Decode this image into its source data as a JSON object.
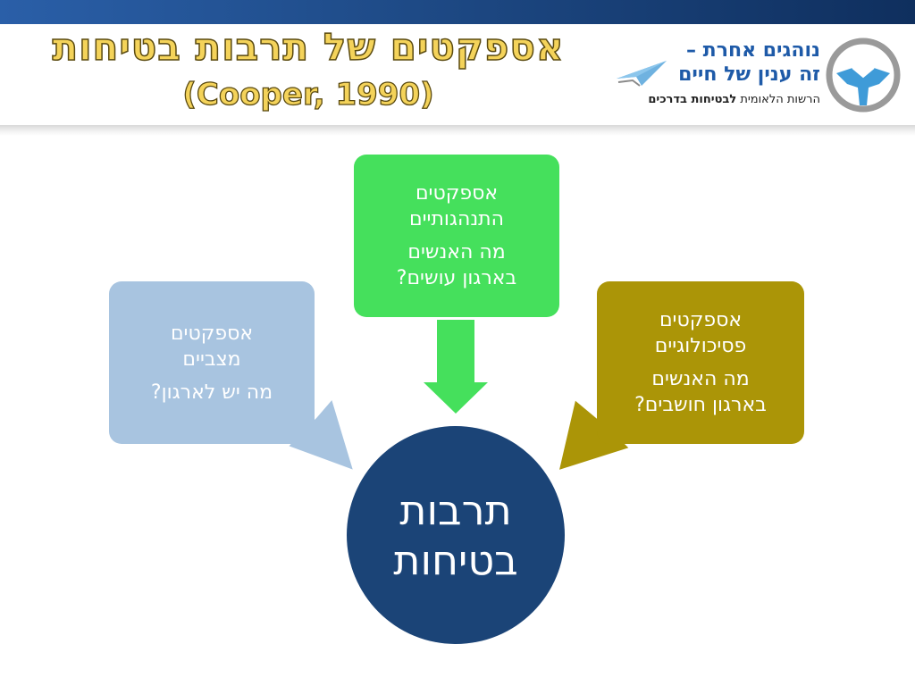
{
  "header": {
    "title": "אספקטים של תרבות בטיחות",
    "subtitle": "(Cooper, 1990)"
  },
  "logo": {
    "line1": "נוהגים אחרת –",
    "line2": "זה ענין של חיים",
    "line3_regular": "הרשות הלאומית ",
    "line3_bold": "לבטיחות בדרכים"
  },
  "diagram": {
    "top_box": {
      "heading": "אספקטים\nהתנהגותיים",
      "question": "מה האנשים\nבארגון עושים?"
    },
    "left_box": {
      "heading": "אספקטים\nמצביים",
      "question": "מה יש לארגון?"
    },
    "right_box": {
      "heading": "אספקטים\nפסיכולוגיים",
      "question": "מה האנשים\nבארגון חושבים?"
    },
    "center": {
      "line1": "תרבות",
      "line2": "בטיחות"
    }
  },
  "colors": {
    "top_box": "#45e05c",
    "left_box": "#a8c4e0",
    "right_box": "#ab9507",
    "center": "#1b4477",
    "title": "#f4d35a",
    "logo": "#1e5aa8"
  }
}
